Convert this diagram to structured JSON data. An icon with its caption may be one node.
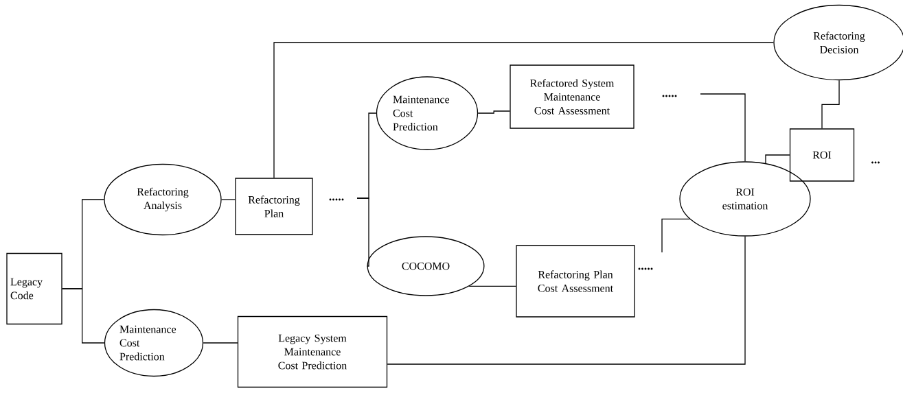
{
  "diagram": {
    "nodes": [
      {
        "text": [
          "Legacy Code"
        ]
      },
      {
        "text": [
          "Refactoring Analysis"
        ]
      },
      {
        "text": [
          "Refactoring Plan"
        ]
      },
      {
        "text": [
          "Maintenance Cost Prediction"
        ]
      },
      {
        "text": [
          "Refactored System Maintenance Cost Assessment"
        ]
      },
      {
        "text": [
          "Refactoring Decision"
        ]
      },
      {
        "text": [
          "ROI"
        ]
      },
      {
        "text": [
          "ROI estimation"
        ]
      },
      {
        "text": [
          "COCOMO"
        ]
      },
      {
        "text": [
          "Refactoring Plan Cost Assessment"
        ]
      },
      {
        "text": [
          "Maintenance Cost Prediction"
        ]
      },
      {
        "text": [
          "Legacy System Maintenance Cost Prediction"
        ]
      }
    ],
    "edges": [
      {
        "from": 0,
        "to": 1,
        "arrow": "none"
      },
      {
        "from": 0,
        "to": 10,
        "arrow": "none"
      },
      {
        "from": 1,
        "to": 2,
        "arrow": "none"
      },
      {
        "from": 2,
        "to": 5,
        "arrow": "none"
      },
      {
        "from": null,
        "to": 3,
        "arrow": "none"
      },
      {
        "from": null,
        "to": 8,
        "arrow": "none"
      },
      {
        "from": 3,
        "to": 4,
        "arrow": "none"
      },
      {
        "from": null,
        "to": 7,
        "arrow": "none"
      },
      {
        "from": 8,
        "to": 9,
        "arrow": "none"
      },
      {
        "from": null,
        "to": 7,
        "arrow": "none"
      },
      {
        "from": 10,
        "to": 11,
        "arrow": "none"
      },
      {
        "from": 11,
        "to": 7,
        "arrow": "none"
      },
      {
        "from": 7,
        "to": 6,
        "arrow": "none"
      },
      {
        "from": 6,
        "to": 5,
        "arrow": "none"
      }
    ],
    "labels": [
      ".....",
      "...",
      ".....",
      "....."
    ]
  }
}
